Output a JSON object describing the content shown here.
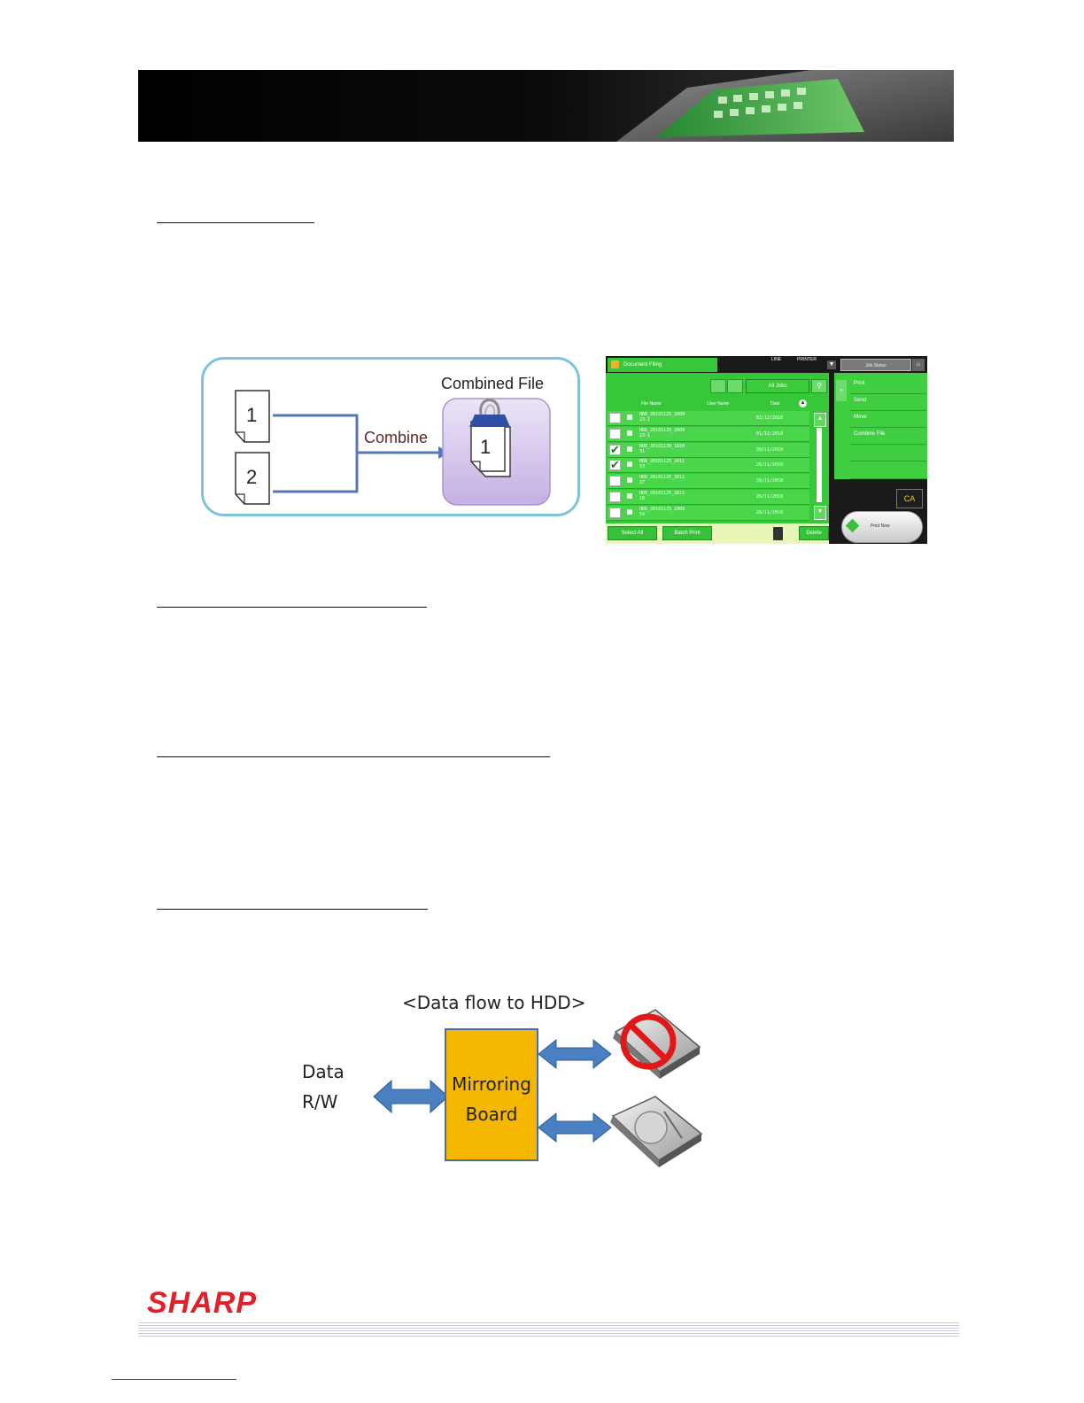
{
  "header": {
    "banner": "header-banner-image"
  },
  "figure_combine": {
    "title": "Combined File",
    "arrow_label": "Combine",
    "page_one": "1",
    "page_two": "2",
    "combined_page": "1"
  },
  "filing_screen": {
    "title": "Document Filing",
    "status_line": "LINE",
    "status_printer": "PRINTER",
    "job_status": "Job Status",
    "filter": "All Jobs",
    "columns": [
      "File Name",
      "User Name",
      "Date"
    ],
    "rows": [
      {
        "name": "HDD_20101125_2009\n23-1",
        "date": "02/12/2010",
        "checked": false
      },
      {
        "name": "HDD_20101125_2009\n23-1",
        "date": "01/12/2010",
        "checked": false
      },
      {
        "name": "HDD_20101130_1820\n31",
        "date": "30/11/2010",
        "checked": true
      },
      {
        "name": "HDD_20101125_2011\n53",
        "date": "26/11/2010",
        "checked": true
      },
      {
        "name": "HDD_20101125_2011\n37",
        "date": "26/11/2010",
        "checked": false
      },
      {
        "name": "HDD_20101125_2011\n16",
        "date": "26/11/2010",
        "checked": false
      },
      {
        "name": "HDD_20101125_2009\n54",
        "date": "26/11/2010",
        "checked": false
      }
    ],
    "menu": [
      "Print",
      "Send",
      "Move",
      "Combine File"
    ],
    "ca": "CA",
    "print_now": "Print Now",
    "select_all": "Select All",
    "batch_print": "Batch Print",
    "delete": "Delete"
  },
  "figure_mirror": {
    "title": "<Data flow to HDD>",
    "data_label": "Data",
    "rw_label": "R/W",
    "board_line1": "Mirroring",
    "board_line2": "Board"
  },
  "footer": {
    "logo": "SHARP"
  },
  "colors": {
    "board": "#f6b700",
    "arrow": "#4a7fc1",
    "screen_green": "#37c83a",
    "logo_red": "#e0202a"
  }
}
